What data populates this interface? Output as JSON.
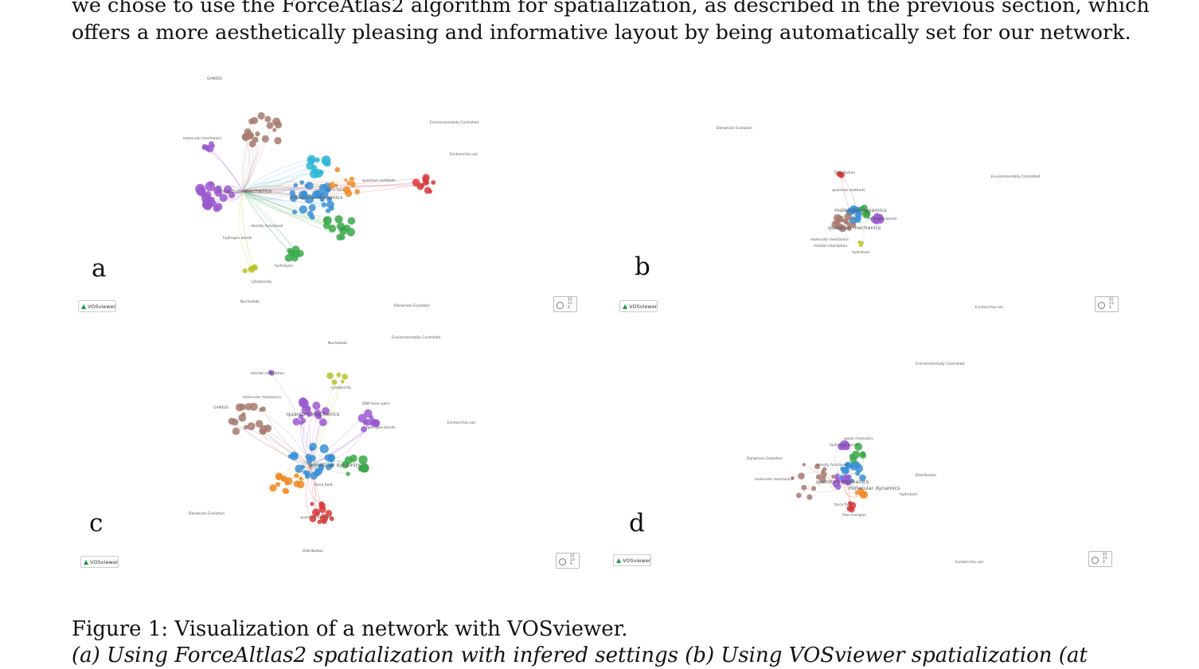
{
  "intro": {
    "line1": "we chose to use the ForceAtlas2 algorithm for spatialization, as described in the previous section, which",
    "line2": "offers a more aesthetically pleasing and informative layout by being automatically set for our network."
  },
  "panels": [
    {
      "letter": "a",
      "vos_label": "VOSviewer",
      "zoom": [
        "42",
        "23",
        "4"
      ],
      "labels": [
        "GAMESS",
        "quantum mechanics",
        "molecular dynamics",
        "density functional",
        "hydrogen bonds",
        "force field",
        "quantum methods",
        "molecular mechanics",
        "Environmentally Controlled",
        "Escherichia coli",
        "Darwinian Evolution",
        "hydrolysis",
        "cytotoxicity",
        "Nucleotide"
      ]
    },
    {
      "letter": "b",
      "vos_label": "VOSviewer",
      "zoom": [
        "42",
        "23",
        "4"
      ],
      "labels": [
        "Distribution",
        "quantum methods",
        "molecular dynamics",
        "hydrogen bonds",
        "quantum mechanics",
        "molecular mechanics",
        "mental retardation",
        "hydrolysis",
        "Environmentally Controlled",
        "Darwinian Evolution",
        "Escherichia coli"
      ]
    },
    {
      "letter": "c",
      "vos_label": "VOSviewer",
      "zoom": [
        "42",
        "23",
        "4"
      ],
      "labels": [
        "Nucleotide",
        "mental retardation",
        "molecular mechanics",
        "quantum mechanics",
        "DNA base pairs",
        "hydrogen bonds",
        "molecular dynamics",
        "force field",
        "quantum methods",
        "Distribution",
        "Environmentally Controlled",
        "Escherichia coli",
        "Darwinian Evolution",
        "GAMESS",
        "cytotoxicity"
      ]
    },
    {
      "letter": "d",
      "vos_label": "VOSviewer",
      "zoom": [
        "42",
        "23",
        "4"
      ],
      "labels": [
        "water chemistry",
        "hydrogen bonds",
        "density functional",
        "molecular mechanics",
        "quantum mechanics",
        "molecular dynamics",
        "force field",
        "free energies",
        "Distribution",
        "Environmentally Controlled",
        "Darwinian Evolution",
        "Escherichia coli",
        "hydrolysis"
      ]
    }
  ],
  "caption": {
    "line1": "Figure 1: Visualization of a network with VOSviewer.",
    "line2": "(a) Using ForceAltlas2 spatialization with infered settings (b) Using VOSviewer spatialization (at"
  },
  "colors": {
    "purple": "#9b59d0",
    "blue": "#3a8fd6",
    "cyan": "#2bb5d6",
    "green": "#3aa84a",
    "red": "#d9383a",
    "orange": "#f08a24",
    "brown": "#a67a6e",
    "yellow": "#b8c22a"
  }
}
